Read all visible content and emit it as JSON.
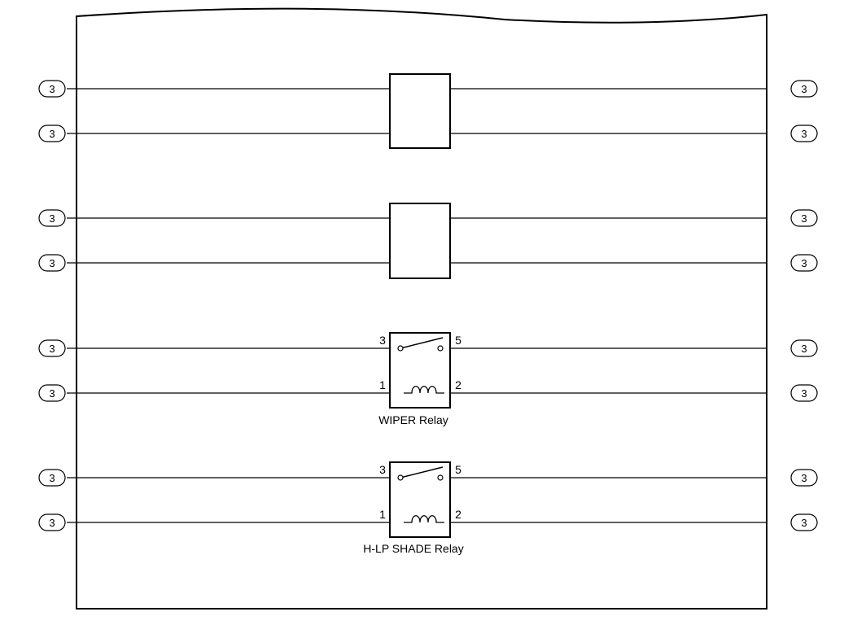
{
  "connector_label": "3",
  "boxes": [
    {
      "id": "box-1",
      "type": "block"
    },
    {
      "id": "box-2",
      "type": "block"
    },
    {
      "id": "wiper-relay",
      "type": "relay",
      "label": "WIPER Relay",
      "pins": {
        "tl": "3",
        "tr": "5",
        "bl": "1",
        "br": "2"
      }
    },
    {
      "id": "hlp-shade-relay",
      "type": "relay",
      "label": "H-LP SHADE Relay",
      "pins": {
        "tl": "3",
        "tr": "5",
        "bl": "1",
        "br": "2"
      }
    }
  ]
}
